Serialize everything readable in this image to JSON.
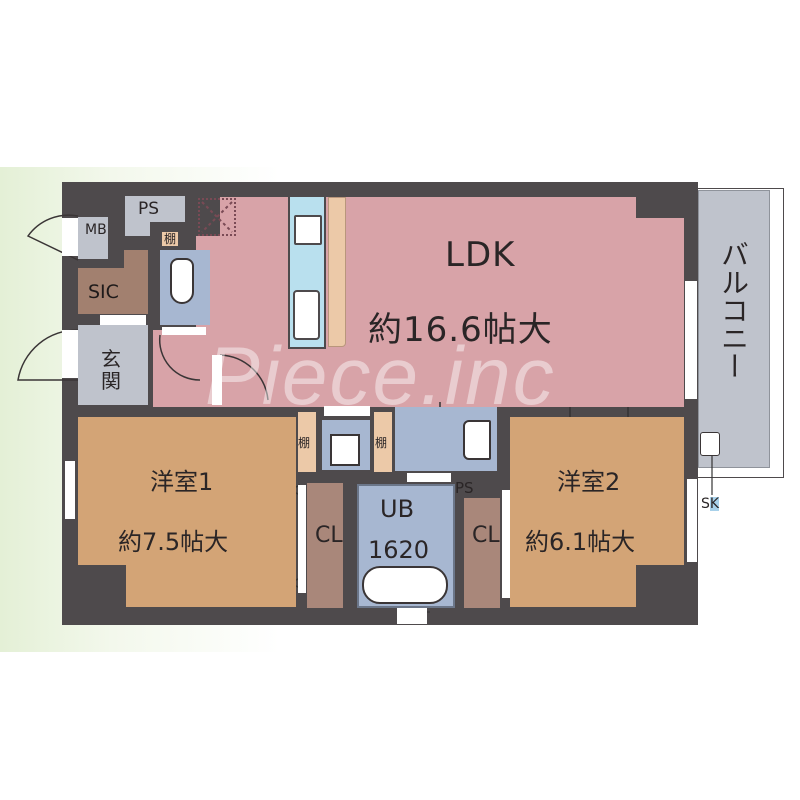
{
  "floorplan": {
    "rooms": {
      "ldk": {
        "name": "LDK",
        "size": "約16.6帖大"
      },
      "youshitsu1": {
        "name": "洋室1",
        "size": "約7.5帖大"
      },
      "youshitsu2": {
        "name": "洋室2",
        "size": "約6.1帖大"
      },
      "balcony": {
        "name": "バルコニー"
      },
      "genkan": {
        "name": "玄関"
      },
      "sic": {
        "name": "SIC"
      },
      "mb": {
        "name": "MB"
      },
      "ps_top": {
        "name": "PS"
      },
      "ps_bath": {
        "name": "PS"
      },
      "ub": {
        "name": "UB",
        "size": "1620"
      },
      "cl_left": {
        "name": "CL"
      },
      "cl_right": {
        "name": "CL"
      },
      "shelf_toilet": {
        "name": "棚"
      },
      "shelf_left": {
        "name": "棚"
      },
      "shelf_right": {
        "name": "棚"
      },
      "sk": {
        "name": "SK"
      }
    },
    "watermark": "Piece.inc",
    "colors": {
      "wall": "#4e4a4c",
      "ldk": "#d8a3a8",
      "western_room": "#d3a476",
      "closet": "#a9877a",
      "wet_area": "#a7b7d1",
      "balcony": "#bfc3cc",
      "kitchen_counter": "#b9e0ee",
      "background_tint": "#e4f0d6"
    }
  }
}
